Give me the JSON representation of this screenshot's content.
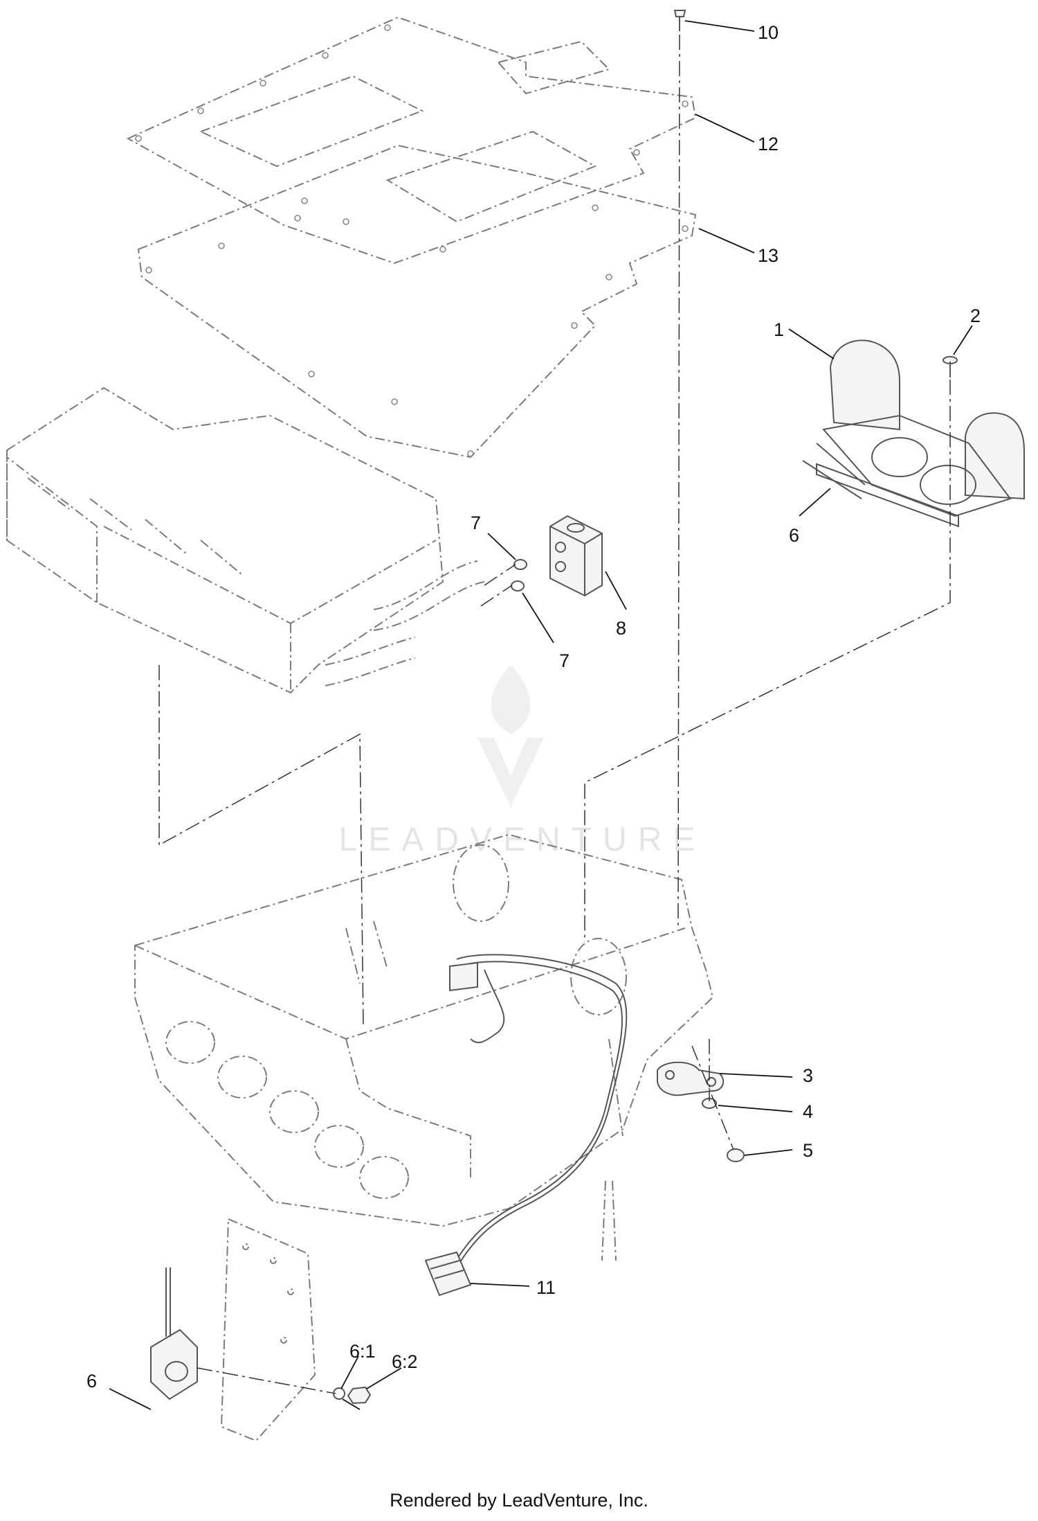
{
  "diagram": {
    "callouts": [
      {
        "id": "c10",
        "label": "10"
      },
      {
        "id": "c12",
        "label": "12"
      },
      {
        "id": "c13",
        "label": "13"
      },
      {
        "id": "c1",
        "label": "1"
      },
      {
        "id": "c2",
        "label": "2"
      },
      {
        "id": "c6a",
        "label": "6"
      },
      {
        "id": "c7a",
        "label": "7"
      },
      {
        "id": "c8",
        "label": "8"
      },
      {
        "id": "c7b",
        "label": "7"
      },
      {
        "id": "c3",
        "label": "3"
      },
      {
        "id": "c4",
        "label": "4"
      },
      {
        "id": "c5",
        "label": "5"
      },
      {
        "id": "c11",
        "label": "11"
      },
      {
        "id": "c6b",
        "label": "6"
      },
      {
        "id": "c61",
        "label": "6:1"
      },
      {
        "id": "c62",
        "label": "6:2"
      }
    ],
    "watermark": "LEADVENTURE",
    "footer": "Rendered by LeadVenture, Inc."
  }
}
